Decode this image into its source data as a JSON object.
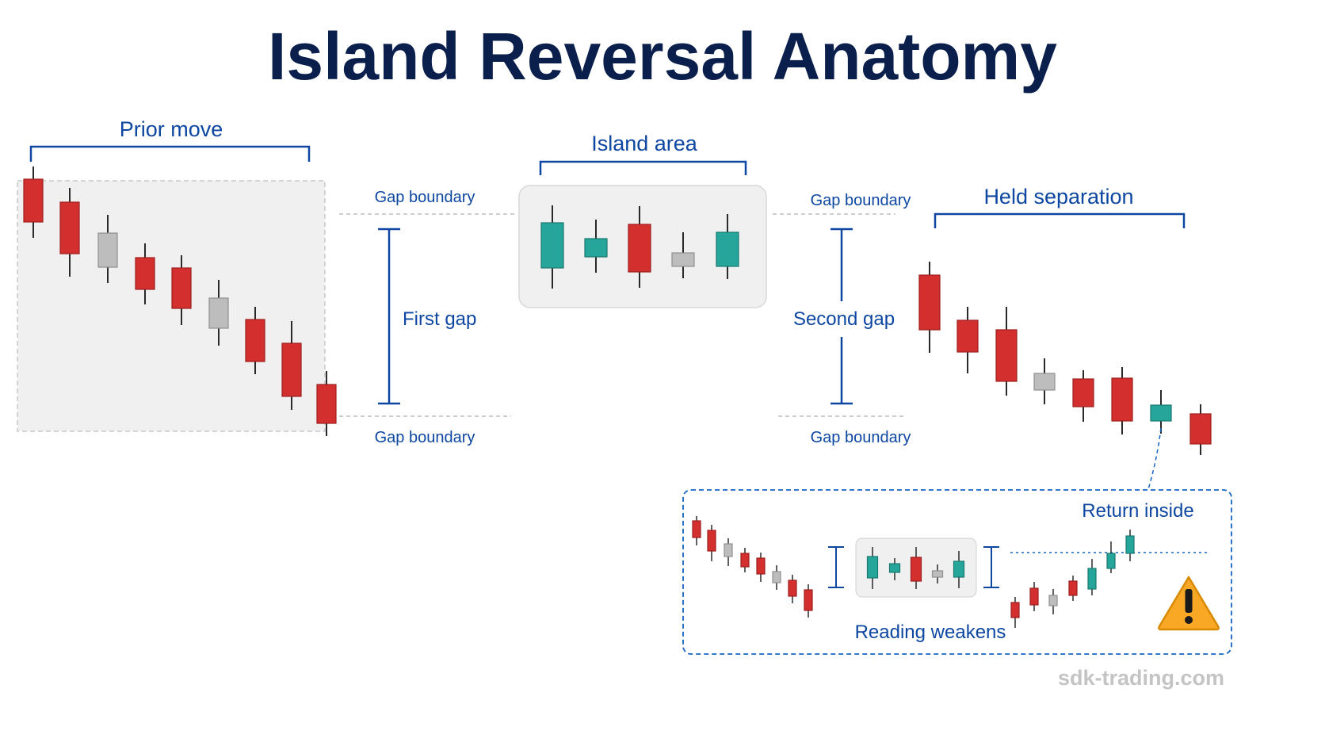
{
  "title": "Island Reversal Anatomy",
  "labels": {
    "prior_move": "Prior move",
    "island_area": "Island area",
    "held_separation": "Held separation",
    "gap_boundary_left_top": "Gap boundary",
    "gap_boundary_left_bottom": "Gap boundary",
    "gap_boundary_right_top": "Gap boundary",
    "gap_boundary_right_bottom": "Gap boundary",
    "first_gap": "First gap",
    "second_gap": "Second gap",
    "return_inside": "Return inside",
    "reading_weakens": "Reading weakens"
  },
  "watermark": "sdk-trading.com",
  "colors": {
    "bear": "#d32f2f",
    "bull": "#26a69a",
    "neutral": "#bdbdbd",
    "accent": "#0d47a1",
    "title": "#0b1f4d",
    "watermark": "#c4c4c4",
    "warning": "#f9a825"
  },
  "icons": {
    "warning": "warning-triangle-icon"
  },
  "candle_groups": {
    "prior_move": [
      {
        "type": "bear"
      },
      {
        "type": "bear"
      },
      {
        "type": "neutral"
      },
      {
        "type": "bear"
      },
      {
        "type": "bear"
      },
      {
        "type": "neutral"
      },
      {
        "type": "bear"
      },
      {
        "type": "bear"
      },
      {
        "type": "bear"
      }
    ],
    "island": [
      {
        "type": "bull"
      },
      {
        "type": "bull"
      },
      {
        "type": "bear"
      },
      {
        "type": "neutral"
      },
      {
        "type": "bull"
      }
    ],
    "held_separation": [
      {
        "type": "bear"
      },
      {
        "type": "bear"
      },
      {
        "type": "bear"
      },
      {
        "type": "neutral"
      },
      {
        "type": "bear"
      },
      {
        "type": "bear"
      },
      {
        "type": "bull"
      },
      {
        "type": "bear"
      }
    ],
    "inset_prior": [
      {
        "type": "bear"
      },
      {
        "type": "bear"
      },
      {
        "type": "neutral"
      },
      {
        "type": "bear"
      },
      {
        "type": "bear"
      },
      {
        "type": "neutral"
      },
      {
        "type": "bear"
      },
      {
        "type": "bear"
      }
    ],
    "inset_island": [
      {
        "type": "bull"
      },
      {
        "type": "bull"
      },
      {
        "type": "bear"
      },
      {
        "type": "neutral"
      },
      {
        "type": "bull"
      }
    ],
    "inset_return": [
      {
        "type": "bear"
      },
      {
        "type": "bear"
      },
      {
        "type": "neutral"
      },
      {
        "type": "bear"
      },
      {
        "type": "bull"
      },
      {
        "type": "bull"
      },
      {
        "type": "bull"
      }
    ]
  }
}
